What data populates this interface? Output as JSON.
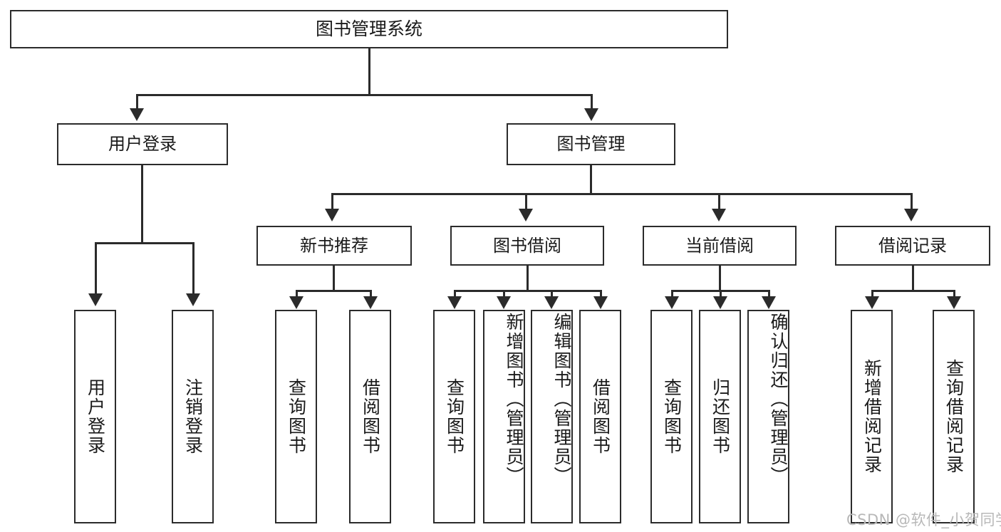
{
  "diagram": {
    "title": "图书管理系统",
    "type": "功能结构图",
    "root": {
      "label": "图书管理系统"
    },
    "level2": [
      {
        "label": "用户登录"
      },
      {
        "label": "图书管理"
      }
    ],
    "level3": [
      {
        "label": "新书推荐"
      },
      {
        "label": "图书借阅"
      },
      {
        "label": "当前借阅"
      },
      {
        "label": "借阅记录"
      }
    ],
    "leaves": {
      "user_login": [
        {
          "label": "用户登录"
        },
        {
          "label": "注销登录"
        }
      ],
      "new_book_recommend": [
        {
          "label": "查询图书"
        },
        {
          "label": "借阅图书"
        }
      ],
      "book_borrow": [
        {
          "label": "查询图书"
        },
        {
          "label": "新增图书（管理员）"
        },
        {
          "label": "编辑图书（管理员）"
        },
        {
          "label": "借阅图书"
        }
      ],
      "current_borrow": [
        {
          "label": "查询图书"
        },
        {
          "label": "归还图书"
        },
        {
          "label": "确认归还（管理员）"
        }
      ],
      "borrow_record": [
        {
          "label": "新增借阅记录"
        },
        {
          "label": "查询借阅记录"
        }
      ]
    }
  },
  "watermark": {
    "text": "CSDN @软件_小贺同学"
  },
  "colors": {
    "stroke": "#2b2b2b",
    "background": "#ffffff",
    "text": "#1a1a1a",
    "watermark": "#b8b8b8"
  }
}
